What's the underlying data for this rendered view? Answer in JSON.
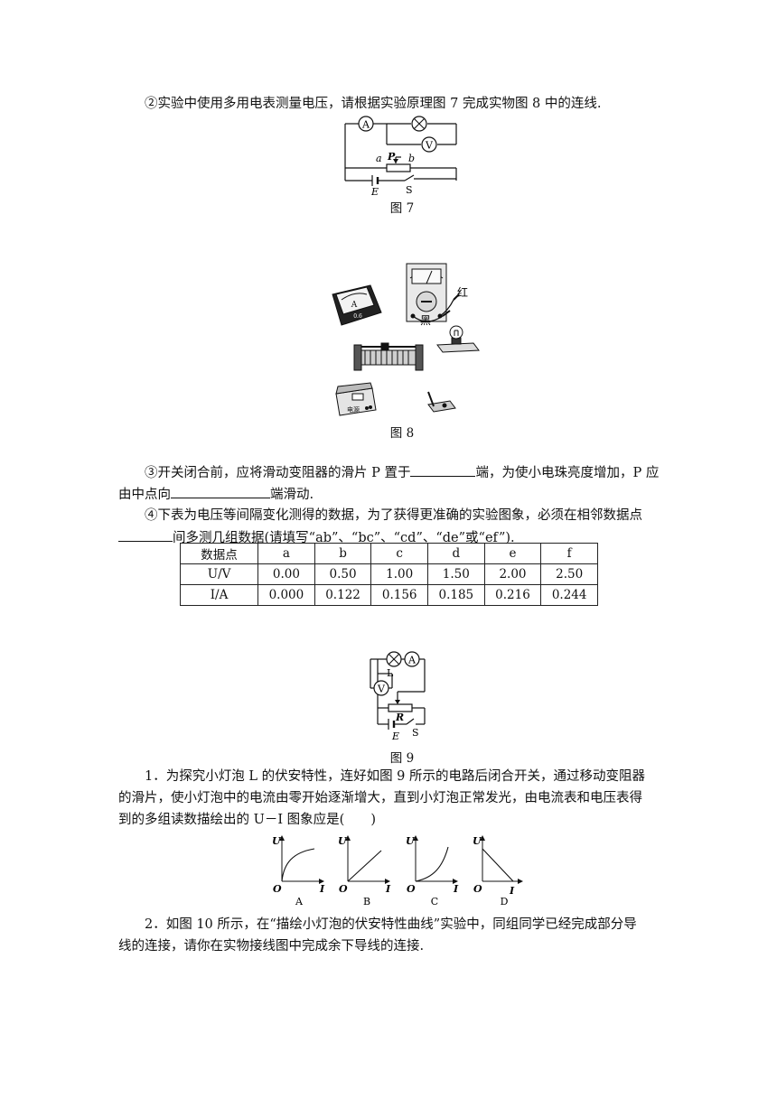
{
  "q2": {
    "text": "②实验中使用多用电表测量电压，请根据实验原理图 7 完成实物图 8 中的连线."
  },
  "fig7": {
    "caption": "图 7",
    "labels": {
      "ammeter": "A",
      "voltmeter": "V",
      "a": "a",
      "p": "P",
      "b": "b",
      "e": "E",
      "s": "S"
    }
  },
  "fig8": {
    "caption": "图 8",
    "labels": {
      "red": "红",
      "black": "黑",
      "ammeter": "A",
      "ammeter_terminals": "0.6",
      "power": "电源"
    }
  },
  "q3": {
    "line1_prefix": "③开关闭合前，应将滑动变阻器的滑片 P 置于",
    "line1_suffix": "端，为使小电珠亮度增加，P 应",
    "line2_prefix": "由中点向",
    "line2_suffix": "端滑动."
  },
  "q4": {
    "line1": "④下表为电压等间隔变化测得的数据，为了获得更准确的实验图象，必须在相邻数据点",
    "line2_suffix": "间多测几组数据(请填写“ab”、“bc”、“cd”、“de”或“ef”)."
  },
  "table": {
    "header": [
      "数据点",
      "a",
      "b",
      "c",
      "d",
      "e",
      "f"
    ],
    "rows": [
      [
        "U/V",
        "0.00",
        "0.50",
        "1.00",
        "1.50",
        "2.00",
        "2.50"
      ],
      [
        "I/A",
        "0.000",
        "0.122",
        "0.156",
        "0.185",
        "0.216",
        "0.244"
      ]
    ]
  },
  "fig9": {
    "caption": "图 9",
    "labels": {
      "l": "L",
      "ammeter": "A",
      "voltmeter": "V",
      "r": "R",
      "e": "E",
      "s": "S"
    }
  },
  "p1": {
    "line1": "1．为探究小灯泡 L 的伏安特性，连好如图 9 所示的电路后闭合开关，通过移动变阻器",
    "line2": "的滑片，使小灯泡中的电流由零开始逐渐增大，直到小灯泡正常发光，由电流表和电压表得",
    "line3": "到的多组读数描绘出的 U－I 图象应是(　　)"
  },
  "graphs": {
    "axis_y": "U",
    "axis_x": "I",
    "origin": "O",
    "options": [
      "A",
      "B",
      "C",
      "D"
    ]
  },
  "p2": {
    "line1": "2．如图 10 所示，在“描绘小灯泡的伏安特性曲线”实验中，同组同学已经完成部分导",
    "line2": "线的连接，请你在实物接线图中完成余下导线的连接."
  }
}
